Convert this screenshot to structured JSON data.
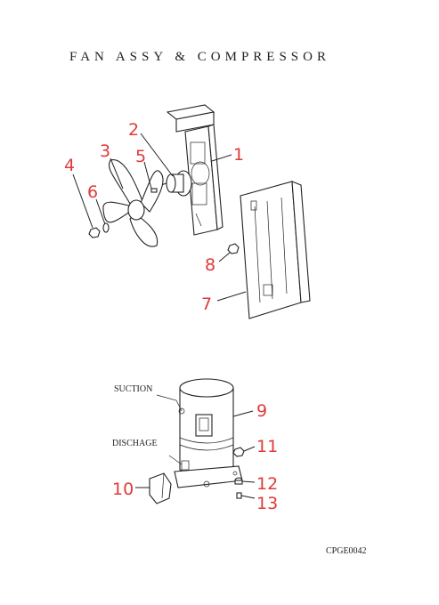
{
  "title": "FAN ASSY  &  COMPRESSOR",
  "labels": {
    "suction": "SUCTION",
    "discharge": "DISCHAGE"
  },
  "code": "CPGE0042",
  "callouts": [
    "1",
    "2",
    "3",
    "4",
    "5",
    "6",
    "7",
    "8",
    "9",
    "10",
    "11",
    "12",
    "13"
  ],
  "colors": {
    "callout": "#e03a3a",
    "line": "#222222",
    "background": "#ffffff"
  }
}
